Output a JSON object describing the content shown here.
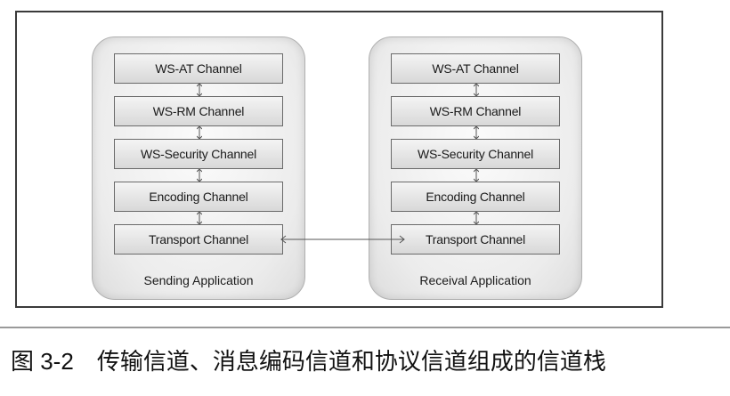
{
  "figure": {
    "apps": [
      {
        "label": "Sending Application",
        "channels": [
          "WS-AT Channel",
          "WS-RM Channel",
          "WS-Security Channel",
          "Encoding Channel",
          "Transport Channel"
        ]
      },
      {
        "label": "Receival Application",
        "channels": [
          "WS-AT Channel",
          "WS-RM Channel",
          "WS-Security Channel",
          "Encoding Channel",
          "Transport Channel"
        ]
      }
    ]
  },
  "caption": {
    "number": "图 3-2",
    "text": "传输信道、消息编码信道和协议信道组成的信道栈"
  }
}
